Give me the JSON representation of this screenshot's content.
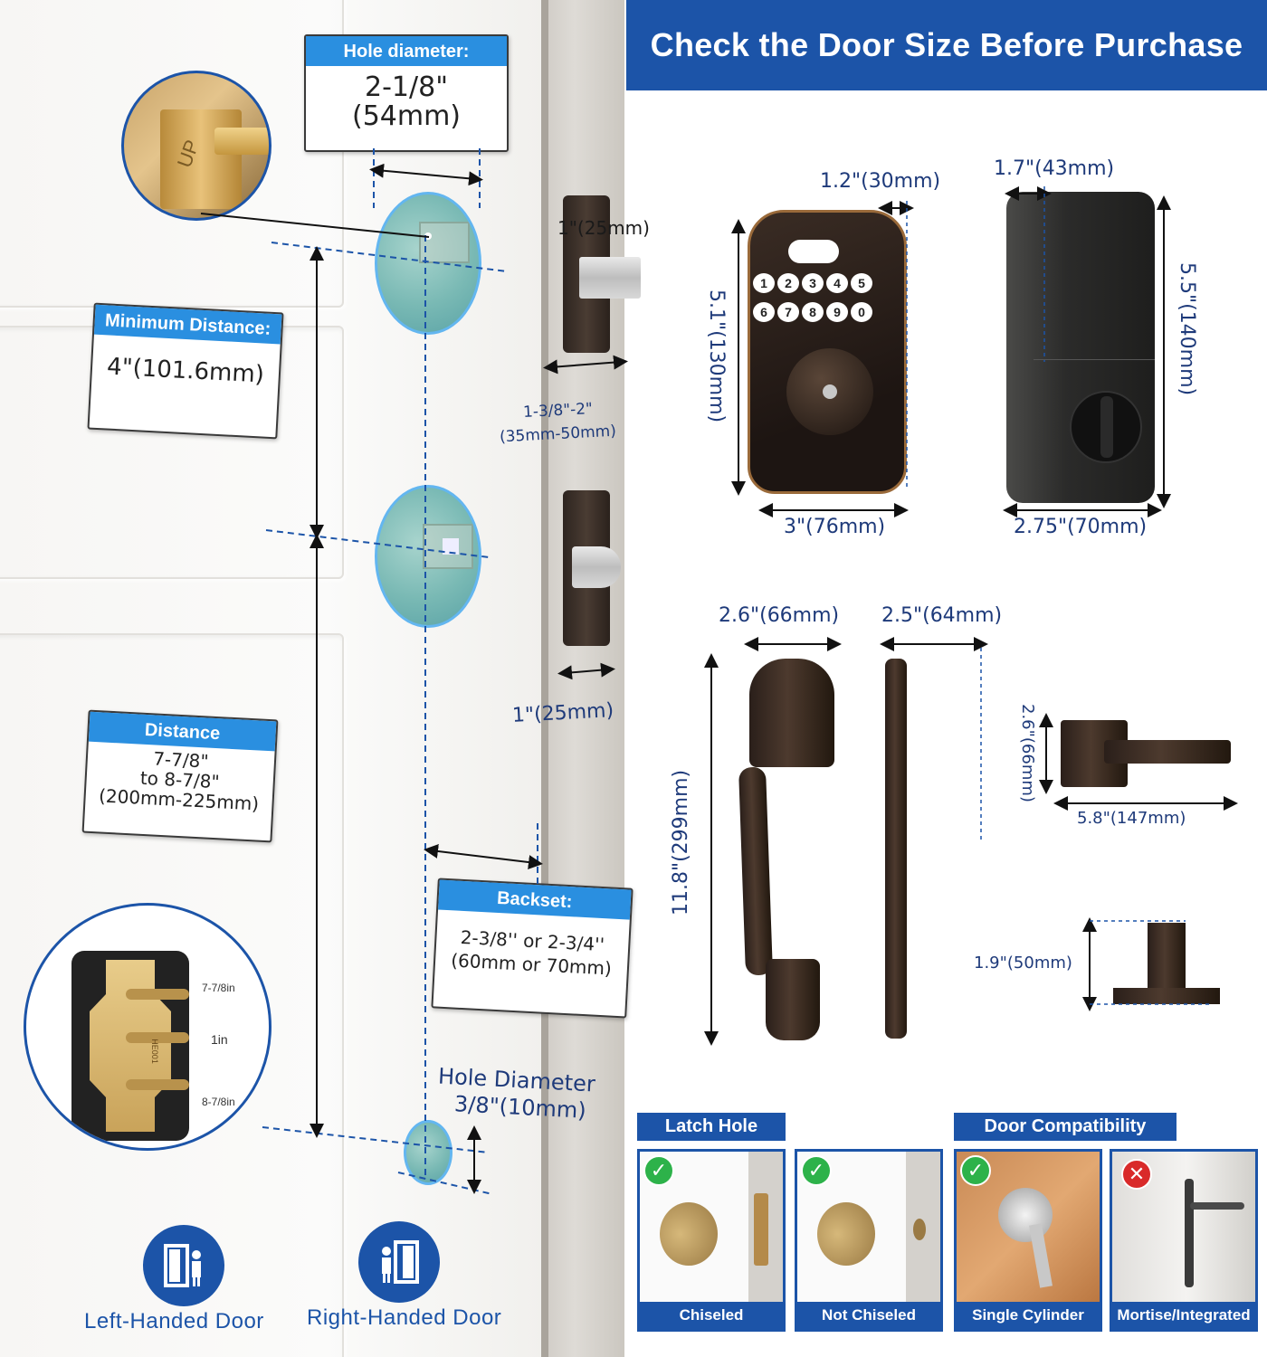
{
  "header": {
    "title": "Check the Door Size Before Purchase"
  },
  "door_labels": {
    "hole_diameter": {
      "caption": "Hole diameter:",
      "line1": "2-1/8\"",
      "line2": "(54mm)"
    },
    "minimum_distance": {
      "caption": "Minimum Distance:",
      "value": "4\"(101.6mm)"
    },
    "distance": {
      "caption": "Distance",
      "line1": "7-7/8\"",
      "line2": "to 8-7/8\"",
      "line3": "(200mm-225mm)"
    },
    "backset": {
      "caption": "Backset:",
      "line1": "2-3/8'' or 2-3/4''",
      "line2": "(60mm or 70mm)"
    },
    "small_hole": {
      "line1": "Hole Diameter",
      "line2": "3/8\"(10mm)"
    },
    "latch_width": "1\"(25mm)",
    "door_thickness_line1": "1-3/8\"-2\"",
    "door_thickness_line2": "(35mm-50mm)",
    "strike_width": "1\"(25mm)",
    "inset_mark": "UP"
  },
  "strike_detail": {
    "top": "7-7/8in",
    "middle": "1in",
    "bottom": "8-7/8in",
    "code": "HE001"
  },
  "deadbolt": {
    "depth": "1.2\"(30mm)",
    "height": "5.1\"(130mm)",
    "width": "3\"(76mm)",
    "keys_row1": [
      "1",
      "2",
      "3",
      "4",
      "5"
    ],
    "keys_row2": [
      "6",
      "7",
      "8",
      "9",
      "0"
    ]
  },
  "interior": {
    "depth": "1.7\"(43mm)",
    "height": "5.5\"(140mm)",
    "width": "2.75\"(70mm)"
  },
  "handleset": {
    "front_width": "2.6\"(66mm)",
    "side_width": "2.5\"(64mm)",
    "height": "11.8\"(299mm)"
  },
  "lever": {
    "height": "2.6\"(66mm)",
    "length": "5.8\"(147mm)",
    "projection": "1.9\"(50mm)"
  },
  "latch_hole": {
    "title": "Latch Hole",
    "options": [
      {
        "label": "Chiseled",
        "status": "ok"
      },
      {
        "label": "Not Chiseled",
        "status": "ok"
      }
    ]
  },
  "door_compat": {
    "title": "Door Compatibility",
    "options": [
      {
        "label": "Single Cylinder",
        "status": "ok"
      },
      {
        "label": "Mortise/Integrated",
        "status": "no"
      }
    ]
  },
  "handing": {
    "left": "Left-Handed Door",
    "right": "Right-Handed Door"
  },
  "colors": {
    "accent": "#1c54a8",
    "caption_blue": "#2a8fe0",
    "ok": "#2db24a",
    "no": "#d92a2a"
  }
}
